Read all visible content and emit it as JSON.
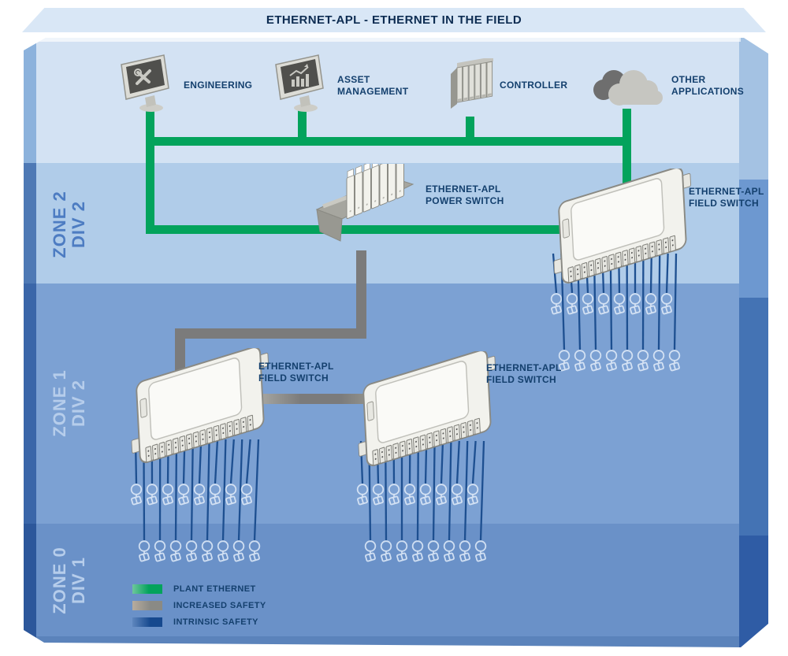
{
  "title": "ETHERNET-APL - ETHERNET IN THE FIELD",
  "zones": [
    {
      "zone": "ZONE 2",
      "div": "DIV 2"
    },
    {
      "zone": "ZONE 1",
      "div": "DIV 2"
    },
    {
      "zone": "ZONE 0",
      "div": "DIV 1"
    }
  ],
  "devices": [
    {
      "label": "ENGINEERING",
      "icon": "workstation-monitor-tools-icon"
    },
    {
      "label": "ASSET\nMANAGEMENT",
      "icon": "workstation-monitor-chart-icon"
    },
    {
      "label": "CONTROLLER",
      "icon": "plc-rack-icon"
    },
    {
      "label": "OTHER\nAPPLICATIONS",
      "icon": "cloud-icon"
    }
  ],
  "switches": {
    "power": {
      "label": "ETHERNET-APL\nPOWER SWITCH"
    },
    "field": [
      {
        "label": "ETHERNET-APL\nFIELD SWITCH"
      },
      {
        "label": "ETHERNET-APL\nFIELD SWITCH"
      },
      {
        "label": "ETHERNET-APL\nFIELD SWITCH"
      }
    ]
  },
  "legend": [
    {
      "label": "PLANT ETHERNET",
      "color": "#03A35C"
    },
    {
      "label": "INCREASED SAFETY",
      "color": "#8A8A85"
    },
    {
      "label": "INTRINSIC SAFETY",
      "color": "#1D4F90"
    }
  ],
  "field_devices": {
    "switch_count": 3,
    "lines_per_switch": 16,
    "instrument_rows_per_switch": 2,
    "instruments_per_row": 8
  },
  "colors": {
    "plant_ethernet": "#03A35C",
    "increased_safety": "#7B7B7B",
    "intrinsic_safety": "#1D4F90",
    "label_text": "#14406E",
    "title_text": "#0D2C52"
  }
}
